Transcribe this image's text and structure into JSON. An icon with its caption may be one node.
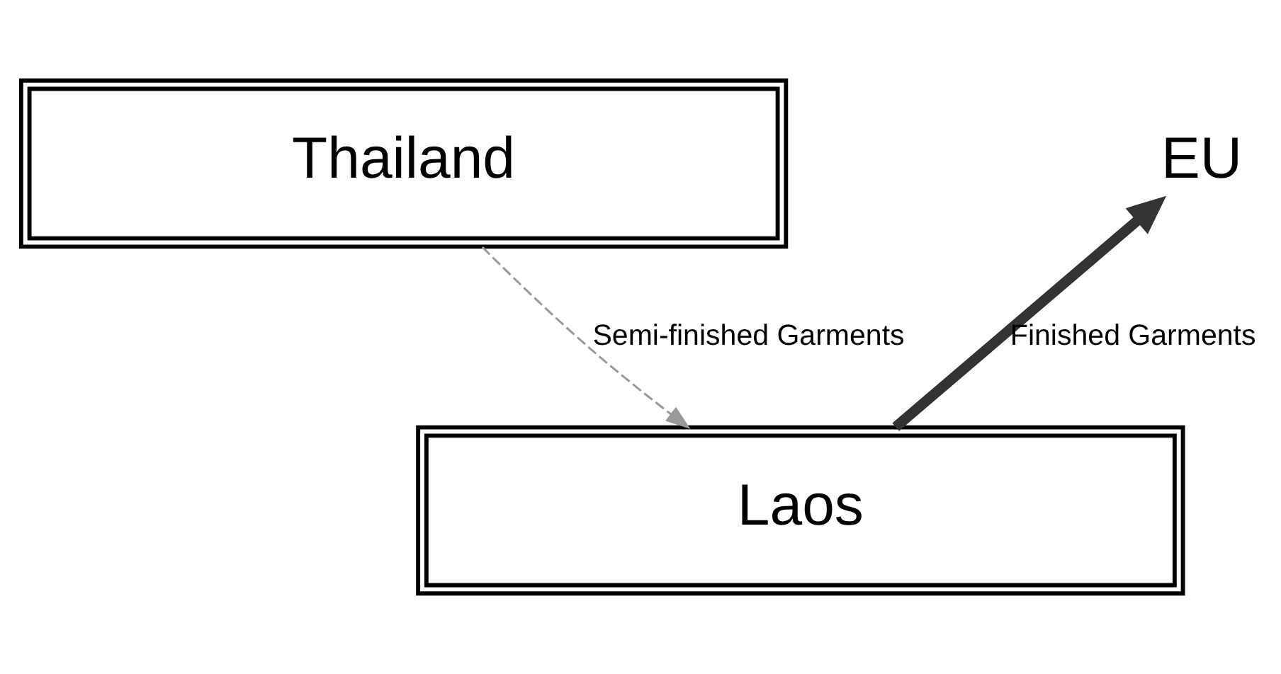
{
  "diagram": {
    "nodes": [
      {
        "text": [
          "EU"
        ]
      },
      {
        "text": [
          "Thailand"
        ]
      },
      {
        "text": [
          "Laos"
        ]
      }
    ],
    "edges": [
      {
        "from": 1,
        "to": 2,
        "arrow": "to",
        "label": "Semi-finished Garments",
        "style": "dashed",
        "color": "#999999"
      },
      {
        "from": 2,
        "to": 0,
        "arrow": "to",
        "label": "Finished Garments",
        "style": "thick",
        "color": "#333333"
      }
    ]
  }
}
